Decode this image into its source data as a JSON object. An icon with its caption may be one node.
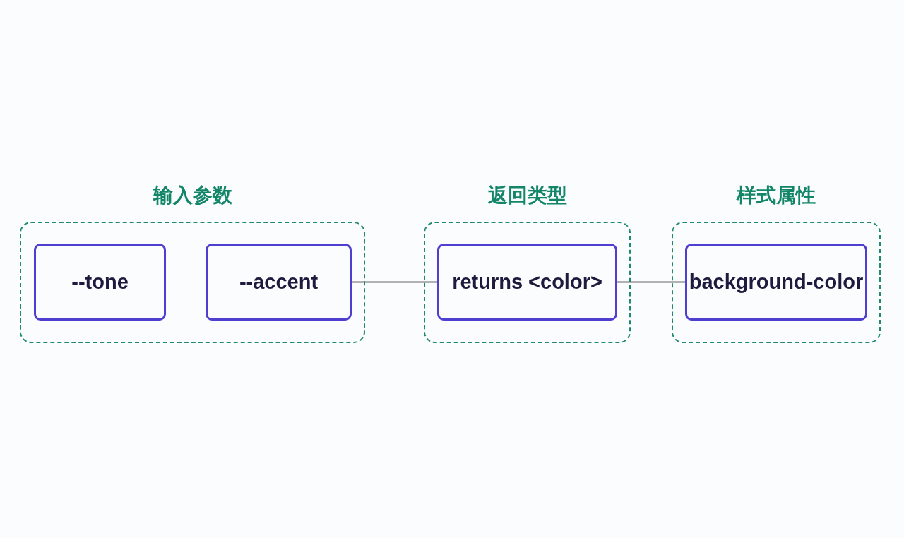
{
  "diagram": {
    "nodes": [
      {
        "text": [
          "输入参数"
        ]
      },
      {
        "text": [
          "--tone"
        ],
        "in": 0
      },
      {
        "text": [
          "--accent"
        ],
        "in": 0
      },
      {
        "text": [
          "返回类型"
        ]
      },
      {
        "text": [
          "returns <color>"
        ],
        "in": 3
      },
      {
        "text": [
          "样式属性"
        ]
      },
      {
        "text": [
          "background-color"
        ],
        "in": 5
      }
    ],
    "edges": [
      {
        "from": 2,
        "to": 4,
        "arrow": "none"
      },
      {
        "from": 4,
        "to": 6,
        "arrow": "none"
      }
    ]
  }
}
